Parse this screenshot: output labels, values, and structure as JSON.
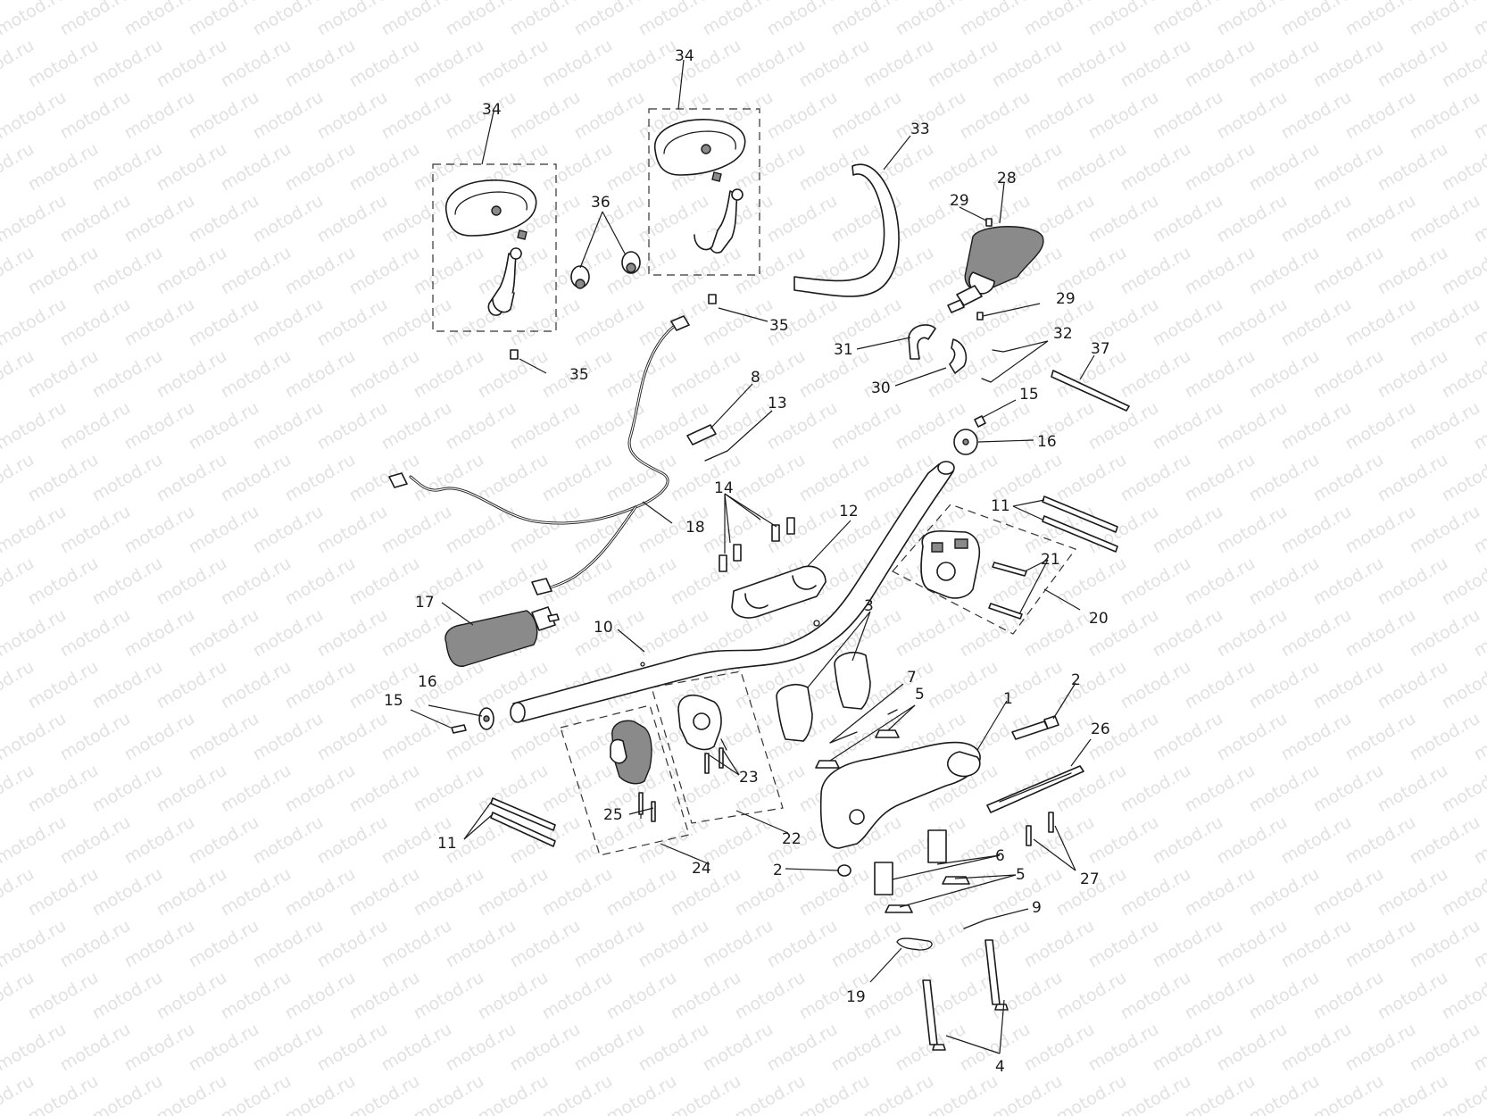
{
  "watermark": {
    "text": "motod.ru",
    "color": "#c9c9c9"
  },
  "callouts": [
    {
      "id": "c1",
      "text": "1"
    },
    {
      "id": "c2a",
      "text": "2"
    },
    {
      "id": "c2b",
      "text": "2"
    },
    {
      "id": "c3",
      "text": "3"
    },
    {
      "id": "c4",
      "text": "4"
    },
    {
      "id": "c5a",
      "text": "5"
    },
    {
      "id": "c5b",
      "text": "5"
    },
    {
      "id": "c6",
      "text": "6"
    },
    {
      "id": "c7",
      "text": "7"
    },
    {
      "id": "c8",
      "text": "8"
    },
    {
      "id": "c9",
      "text": "9"
    },
    {
      "id": "c10",
      "text": "10"
    },
    {
      "id": "c11a",
      "text": "11"
    },
    {
      "id": "c11b",
      "text": "11"
    },
    {
      "id": "c12",
      "text": "12"
    },
    {
      "id": "c13",
      "text": "13"
    },
    {
      "id": "c14",
      "text": "14"
    },
    {
      "id": "c15a",
      "text": "15"
    },
    {
      "id": "c15b",
      "text": "15"
    },
    {
      "id": "c16a",
      "text": "16"
    },
    {
      "id": "c16b",
      "text": "16"
    },
    {
      "id": "c17",
      "text": "17"
    },
    {
      "id": "c18",
      "text": "18"
    },
    {
      "id": "c19",
      "text": "19"
    },
    {
      "id": "c20",
      "text": "20"
    },
    {
      "id": "c21",
      "text": "21"
    },
    {
      "id": "c22",
      "text": "22"
    },
    {
      "id": "c23",
      "text": "23"
    },
    {
      "id": "c24",
      "text": "24"
    },
    {
      "id": "c25",
      "text": "25"
    },
    {
      "id": "c26",
      "text": "26"
    },
    {
      "id": "c27",
      "text": "27"
    },
    {
      "id": "c28",
      "text": "28"
    },
    {
      "id": "c29a",
      "text": "29"
    },
    {
      "id": "c29b",
      "text": "29"
    },
    {
      "id": "c30",
      "text": "30"
    },
    {
      "id": "c31",
      "text": "31"
    },
    {
      "id": "c32",
      "text": "32"
    },
    {
      "id": "c33",
      "text": "33"
    },
    {
      "id": "c34a",
      "text": "34"
    },
    {
      "id": "c34b",
      "text": "34"
    },
    {
      "id": "c35a",
      "text": "35"
    },
    {
      "id": "c35b",
      "text": "35"
    },
    {
      "id": "c36",
      "text": "36"
    },
    {
      "id": "c37",
      "text": "37"
    }
  ]
}
